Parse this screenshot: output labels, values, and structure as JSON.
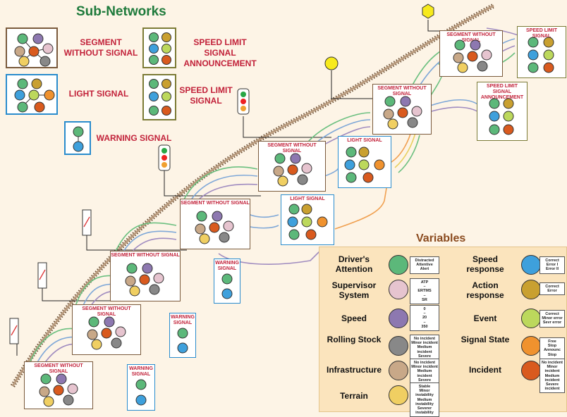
{
  "title": "Sub-Networks",
  "subnetwork_legend": [
    {
      "label": "SEGMENT WITHOUT SIGNAL"
    },
    {
      "label": "SPEED LIMIT SIGNAL ANNOUNCEMENT"
    },
    {
      "label": "LIGHT SIGNAL"
    },
    {
      "label": "SPEED LIMIT SIGNAL"
    },
    {
      "label": "WARNING SIGNAL"
    }
  ],
  "nodes": [
    {
      "label": "SEGMENT WITHOUT SIGNAL"
    },
    {
      "label": "WARNING SIGNAL"
    },
    {
      "label": "SEGMENT WITHOUT SIGNAL"
    },
    {
      "label": "WARNING SIGNAL"
    },
    {
      "label": "SEGMENT WITHOUT SIGNAL"
    },
    {
      "label": "WARNING SIGNAL"
    },
    {
      "label": "SEGMENT WITHOUT SIGNAL"
    },
    {
      "label": "LIGHT SIGNAL"
    },
    {
      "label": "SEGMENT WITHOUT SIGNAL"
    },
    {
      "label": "LIGHT SIGNAL"
    },
    {
      "label": "SEGMENT WITHOUT SIGNAL"
    },
    {
      "label": "SPEED LIMIT SIGNAL ANNOUNCEMENT"
    },
    {
      "label": "SEGMENT WITHOUT SIGNAL"
    },
    {
      "label": "SPEED LIMIT SIGNAL"
    }
  ],
  "variables_title": "Variables",
  "variables": [
    {
      "name": "Driver's Attention",
      "color": "#5cb87a",
      "states": [
        "Distracted",
        "Attentive",
        "Alert"
      ]
    },
    {
      "name": "Supervisor System",
      "color": "#e6c4cf",
      "states": [
        "ATP",
        "ERTMS",
        "SR"
      ]
    },
    {
      "name": "Speed",
      "color": "#8d78b0",
      "states": [
        "0",
        "20",
        "350"
      ]
    },
    {
      "name": "Rolling Stock",
      "color": "#888888",
      "states": [
        "No incident",
        "Minor incident",
        "Medium incident",
        "Severe incident"
      ]
    },
    {
      "name": "Infrastructure",
      "color": "#c8a888",
      "states": [
        "No incident",
        "Minor incident",
        "Medium incident",
        "Severe incident"
      ]
    },
    {
      "name": "Terrain",
      "color": "#f0cf62",
      "states": [
        "Stable",
        "Minor instability",
        "Medium instability",
        "Severer instability"
      ]
    },
    {
      "name": "Speed response",
      "color": "#3ea0dc",
      "states": [
        "Correct",
        "Error I",
        "Error II"
      ]
    },
    {
      "name": "Action response",
      "color": "#c9a030",
      "states": [
        "Correct",
        "Error"
      ]
    },
    {
      "name": "Event",
      "color": "#bcd85c",
      "states": [
        "Correct",
        "Minor error",
        "Sevr error"
      ]
    },
    {
      "name": "Signal State",
      "color": "#f0922e",
      "states": [
        "Free",
        "Stop Announc",
        "Stop"
      ]
    },
    {
      "name": "Incident",
      "color": "#d95a1e",
      "states": [
        "No incident",
        "Minor incident",
        "Medium incident",
        "Severe incident"
      ]
    }
  ],
  "colors": {
    "title_green": "#1e7a3b",
    "label_red": "#c2223a",
    "segment_border": "#7a5a3c",
    "signal_border": "#2a8ccd",
    "speed_border": "#7c7b36",
    "arrow_green": "#6cc080",
    "arrow_blue": "#7fa8d8",
    "arrow_purple": "#a08cc0",
    "arrow_orange": "#f0a050",
    "arrow_yellow": "#e8d060"
  }
}
